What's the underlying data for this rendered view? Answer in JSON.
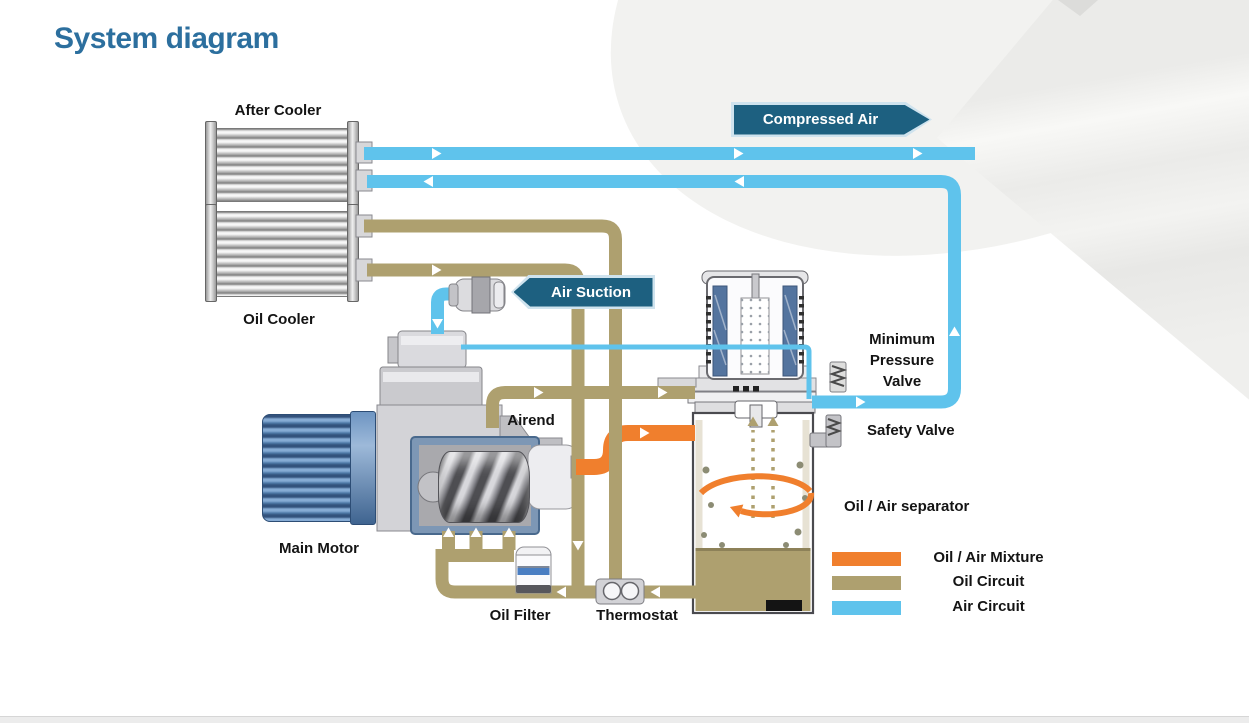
{
  "title": "System diagram",
  "banners": {
    "compressed_air": "Compressed Air",
    "air_suction": "Air Suction"
  },
  "component_labels": {
    "after_cooler": "After Cooler",
    "oil_cooler": "Oil Cooler",
    "main_motor": "Main Motor",
    "airend": "Airend",
    "oil_filter": "Oil Filter",
    "thermostat": "Thermostat",
    "minimum_pressure_valve": "Minimum Pressure Valve",
    "safety_valve": "Safety Valve",
    "oil_air_separator": "Oil / Air separator"
  },
  "legend": {
    "items": [
      {
        "label": "Oil / Air Mixture",
        "color": "#F07F2D"
      },
      {
        "label": "Oil Circuit",
        "color": "#AEA06F"
      },
      {
        "label": "Air Circuit",
        "color": "#5FC3EC"
      }
    ]
  },
  "colors": {
    "title_text": "#2C6F9E",
    "banner_fill": "#1D6080",
    "banner_edge": "#CFE3EE",
    "air_circuit": "#5FC3EC",
    "oil_circuit": "#AEA06F",
    "oil_air_mixture": "#F07F2D"
  }
}
